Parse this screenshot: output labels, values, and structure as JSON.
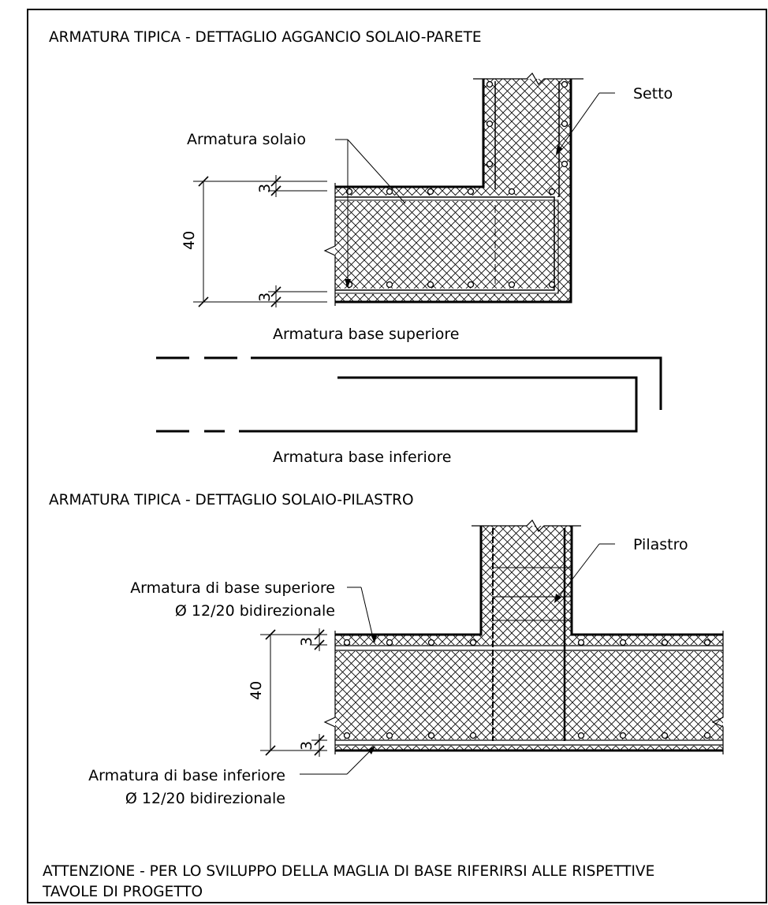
{
  "section1": {
    "title": "ARMATURA TIPICA - DETTAGLIO AGGANCIO SOLAIO-PARETE",
    "label_wall": "Setto",
    "label_slab_reinf": "Armatura solaio",
    "dim_total": "40",
    "dim_cover_top": "3",
    "dim_cover_bottom": "3",
    "label_top_bar": "Armatura base superiore",
    "label_bottom_bar": "Armatura base inferiore"
  },
  "section2": {
    "title": "ARMATURA TIPICA - DETTAGLIO SOLAIO-PILASTRO",
    "label_column": "Pilastro",
    "label_top_reinf_1": "Armatura di base superiore",
    "label_top_reinf_2": "Ø 12/20 bidirezionale",
    "label_bottom_reinf_1": "Armatura di base inferiore",
    "label_bottom_reinf_2": "Ø 12/20 bidirezionale",
    "dim_total": "40",
    "dim_cover_top": "3",
    "dim_cover_bottom": "3"
  },
  "footer": {
    "note_line1": "ATTENZIONE - PER LO SVILUPPO DELLA MAGLIA DI BASE RIFERIRSI ALLE RISPETTIVE",
    "note_line2": "TAVOLE DI PROGETTO"
  }
}
